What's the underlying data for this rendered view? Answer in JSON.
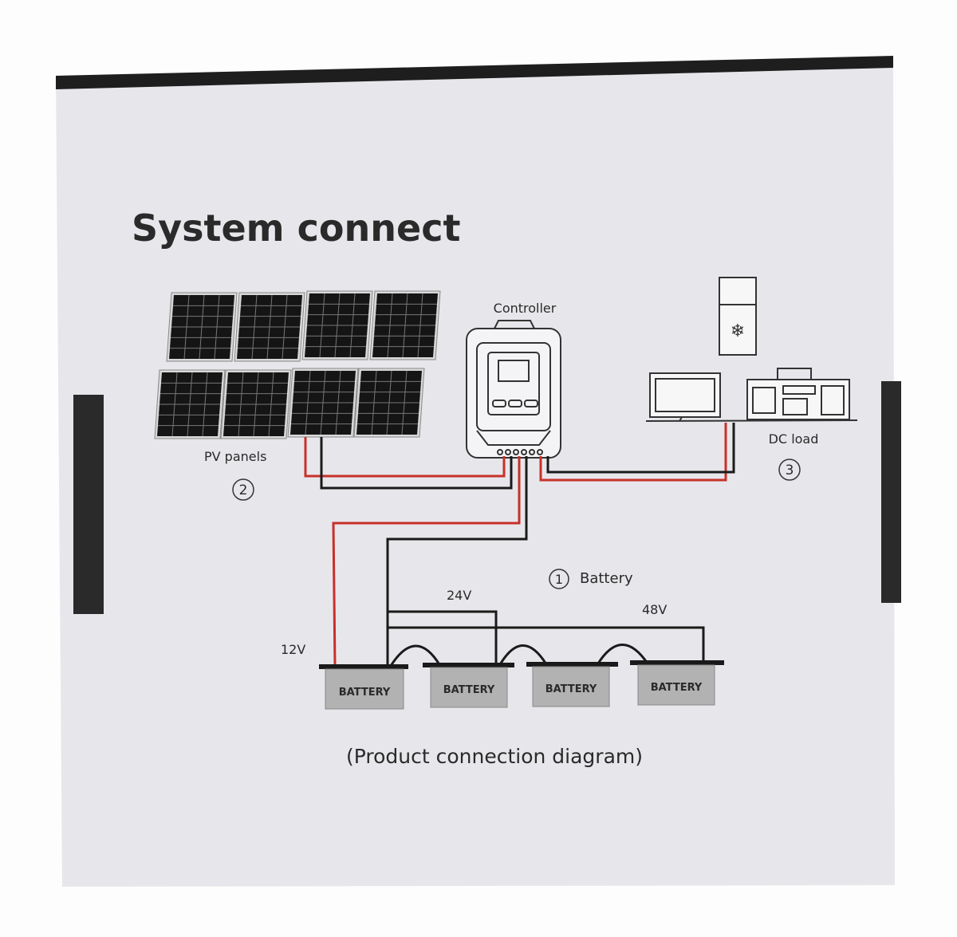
{
  "title": "System connect",
  "labels": {
    "controller": "Controller",
    "pv_panels": "PV panels",
    "pv_number": "2",
    "dc_load": "DC load",
    "dc_number": "3",
    "battery_number": "1",
    "battery": "Battery",
    "v12": "12V",
    "v24": "24V",
    "v48": "48V"
  },
  "batteries": [
    "BATTERY",
    "BATTERY",
    "BATTERY",
    "BATTERY"
  ],
  "caption": "(Product connection diagram)",
  "colors": {
    "red_wire": "#c8302a",
    "black_wire": "#1a1a1a",
    "box_face": "#e7e7eb",
    "battery": "#b2b2b2"
  }
}
